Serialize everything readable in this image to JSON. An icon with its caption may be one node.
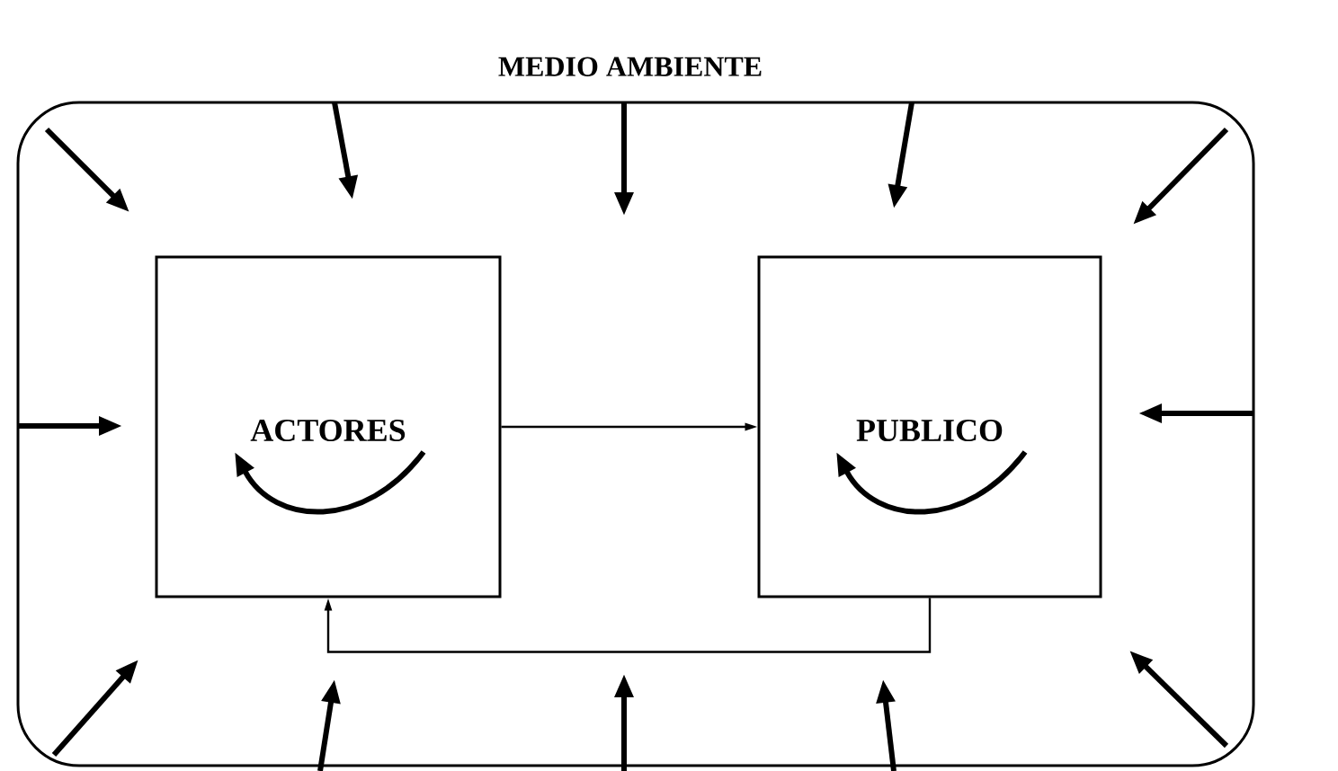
{
  "diagram": {
    "nodes": [
      {
        "text": [
          "MEDIO AMBIENTE"
        ]
      },
      {
        "text": [
          "ACTORES"
        ],
        "in": 0
      },
      {
        "text": [
          "PUBLICO"
        ],
        "in": 0
      }
    ],
    "edges": [
      {
        "from": 1,
        "to": 2,
        "arrow": "to"
      },
      {
        "from": 2,
        "to": 1,
        "arrow": "to"
      },
      {
        "from": 1,
        "to": 1,
        "arrow": "to"
      },
      {
        "from": 2,
        "to": 2,
        "arrow": "to"
      },
      {
        "from": 0,
        "to": null,
        "arrow": "to"
      },
      {
        "from": 0,
        "to": null,
        "arrow": "to"
      },
      {
        "from": 0,
        "to": null,
        "arrow": "to"
      },
      {
        "from": 0,
        "to": null,
        "arrow": "to"
      },
      {
        "from": 0,
        "to": null,
        "arrow": "to"
      },
      {
        "from": 0,
        "to": null,
        "arrow": "to"
      },
      {
        "from": 0,
        "to": null,
        "arrow": "to"
      },
      {
        "from": 0,
        "to": null,
        "arrow": "to"
      },
      {
        "from": 0,
        "to": null,
        "arrow": "to"
      },
      {
        "from": 0,
        "to": null,
        "arrow": "to"
      },
      {
        "from": 0,
        "to": null,
        "arrow": "to"
      },
      {
        "from": 0,
        "to": null,
        "arrow": "to"
      }
    ]
  }
}
